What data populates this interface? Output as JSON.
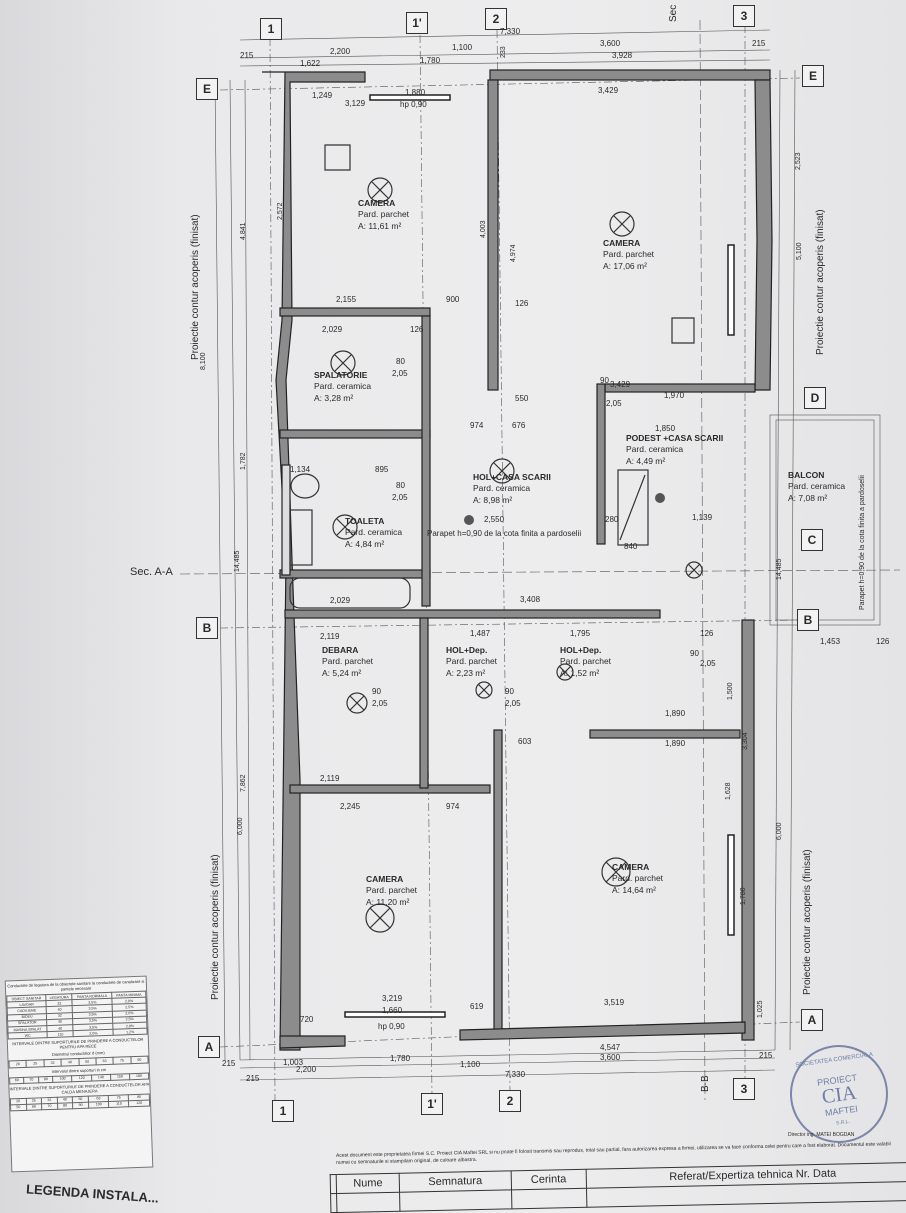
{
  "grid": {
    "columns_top": [
      "1",
      "1'",
      "2",
      "3"
    ],
    "columns_bottom": [
      "1",
      "1'",
      "2",
      "3"
    ],
    "rows_left": [
      "E",
      "B",
      "A"
    ],
    "rows_right": [
      "E",
      "D",
      "C",
      "B",
      "A"
    ]
  },
  "rooms": [
    {
      "name": "CAMERA",
      "floor": "Pard. parchet",
      "area": "A: 11,61 m²"
    },
    {
      "name": "CAMERA",
      "floor": "Pard. parchet",
      "area": "A: 17,06 m²"
    },
    {
      "name": "SPALATORIE",
      "floor": "Pard. ceramica",
      "area": "A: 3,28 m²"
    },
    {
      "name": "HOL+CASA SCARII",
      "floor": "Pard. ceramica",
      "area": "A: 8,98 m²"
    },
    {
      "name": "PODEST +CASA SCARII",
      "floor": "Pard. ceramica",
      "area": "A: 4,49 m²"
    },
    {
      "name": "BALCON",
      "floor": "Pard. ceramica",
      "area": "A: 7,08 m²"
    },
    {
      "name": "TOALETA",
      "floor": "Pard. ceramica",
      "area": "A: 4,84 m²"
    },
    {
      "name": "DEBARA",
      "floor": "Pard. parchet",
      "area": "A: 5,24 m²"
    },
    {
      "name": "HOL+Dep.",
      "floor": "Pard. parchet",
      "area": "A: 2,23 m²"
    },
    {
      "name": "HOL+Dep.",
      "floor": "Pard. parchet",
      "area": "A: 1,52 m²"
    },
    {
      "name": "CAMERA",
      "floor": "Pard. parchet",
      "area": "A: 11,20 m²"
    },
    {
      "name": "CAMERA",
      "floor": "Pard. parchet",
      "area": "A: 14,64 m²"
    }
  ],
  "dims": [
    "7,330",
    "2,200",
    "1,100",
    "3,600",
    "215",
    "215",
    "1,622",
    "1,780",
    "3,928",
    "233",
    "1,249",
    "3,129",
    "1,880",
    "hp 0,90",
    "3,429",
    "2,155",
    "900",
    "2,029",
    "126",
    "974",
    "3,429",
    "1,970",
    "550",
    "676",
    "1,850",
    "1,134",
    "895",
    "2,550",
    "280",
    "1,139",
    "840",
    "2,029",
    "3,408",
    "2,119",
    "1,487",
    "1,795",
    "1,453",
    "126",
    "1,890",
    "1,890",
    "2,119",
    "2,245",
    "974",
    "603",
    "3,219",
    "1,660",
    "hp 0,90",
    "619",
    "3,519",
    "4,547",
    "3,600",
    "1,780",
    "1,100",
    "2,200",
    "7,330",
    "1,003",
    "215",
    "215",
    "215",
    "720",
    "8,100",
    "4,841",
    "1,782",
    "14,485",
    "7,862",
    "6,000",
    "5,100",
    "2,523",
    "14,485",
    "6,000",
    "4,003",
    "4,974",
    "2,572",
    "1,500",
    "1,628",
    "3,304",
    "1,780",
    "1,025",
    "126",
    "126"
  ],
  "annotations": {
    "section_aa": "Sec. A-A",
    "section_bb": "B-B",
    "section_top": "Sec",
    "roof_outline": "Proiectie contur acoperis (finisat)",
    "parapet": "Parapet h=0,90 de la cota finita a pardoselii",
    "door_labels": [
      "80",
      "2,05",
      "80",
      "2,05",
      "90",
      "2,05",
      "90",
      "2,05",
      "90",
      "2,05",
      "90",
      "2,05"
    ]
  },
  "legend": {
    "intro": "Conductele de legatura de la obiectele sanitare la conductele de canalizare si pantele necesare",
    "headers": [
      "OBIECT SANITAR",
      "LEGATURA",
      "PANTA NORMALA",
      "PANTA MINIMA"
    ],
    "rows": [
      [
        "LAVOAR",
        "32",
        "3,5%",
        "2,0%"
      ],
      [
        "CADA BAIE",
        "40",
        "3,5%",
        "2,5%"
      ],
      [
        "BIDEU",
        "32",
        "3,5%",
        "2,0%"
      ],
      [
        "SPALATOR",
        "40",
        "3,5%",
        "2,5%"
      ],
      [
        "MASINA SPALAT",
        "40",
        "3,5%",
        "2,0%"
      ],
      [
        "WC",
        "110",
        "2,0%",
        "1,2%"
      ]
    ],
    "cold_title": "INTERVALE DINTRE SUPORTURILE DE PRINDERE A CONDUCTELOR PENTRU APA RECE",
    "diam_label": "Diametrul conductelor d (mm)",
    "diams": [
      "20",
      "25",
      "32",
      "40",
      "50",
      "63",
      "75",
      "90"
    ],
    "interval_label": "Intervalul dintre suporturi in cm",
    "intervals": [
      "60",
      "70",
      "80",
      "100",
      "120",
      "140",
      "150",
      "180"
    ],
    "hot_title": "INTERVALE DINTRE SUPORTURILE DE PRINDERE A CONDUCTELOR APA CALDA MENAJERA",
    "hot_diams": [
      "20",
      "25",
      "32",
      "40",
      "50",
      "63",
      "75",
      "90"
    ],
    "hot_intervals": [
      "50",
      "60",
      "70",
      "80",
      "90",
      "100",
      "110",
      "120"
    ],
    "title": "LEGENDA INSTALA..."
  },
  "title_block": {
    "note": "Acest document este proprietatea firmei S.C. Proiect CIA Maftei SRL si nu poate fi folosit transmis sau reprodus, total sau partial, fara autorizarea expresa a firmei, utilizarea se va face conforma celei pentru care a fost elaborat. Documentul este valabil numai cu semnaturile si stampilam original, de culoare albastra.",
    "columns": [
      "",
      "Nume",
      "Semnatura",
      "Cerinta",
      "Referat/Expertiza tehnica Nr. Data"
    ],
    "director": "Director ing. MATEI BOGDAN"
  },
  "stamp": {
    "arc": "SOCIETATEA COMERCIALA",
    "line1": "PROIECT",
    "line2": "CIA",
    "line3": "MAFTEI",
    "line4": "S.R.L."
  }
}
